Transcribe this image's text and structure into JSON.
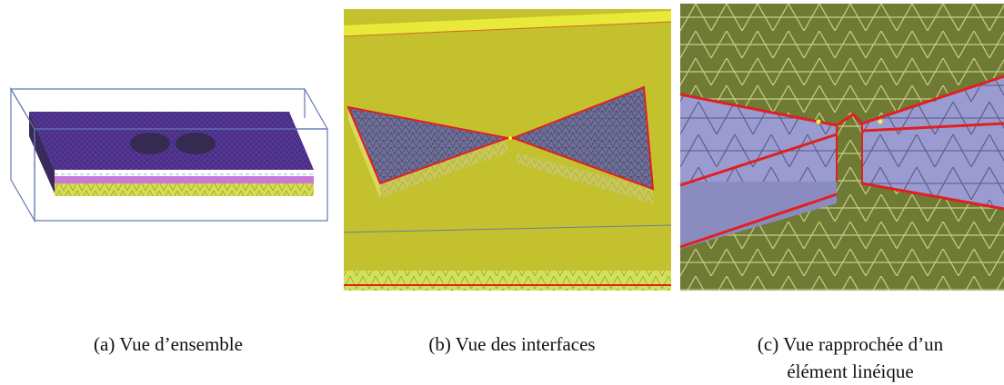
{
  "figure": {
    "captions": [
      {
        "id": "a",
        "text": "(a) Vue d’ensemble"
      },
      {
        "id": "b",
        "text": "(b) Vue des interfaces"
      },
      {
        "id": "c",
        "line1": "(c) Vue rapprochée d’un",
        "line2": "élément linéique"
      }
    ]
  },
  "colors": {
    "mesh_purple": "#4a2d86",
    "mesh_yellow": "#d7dc50",
    "interface_red": "#e02020",
    "bbox_blue": "#6478b4",
    "triangle_lavender": "#9a9bd0",
    "tissue_green": "#6f7a34"
  }
}
